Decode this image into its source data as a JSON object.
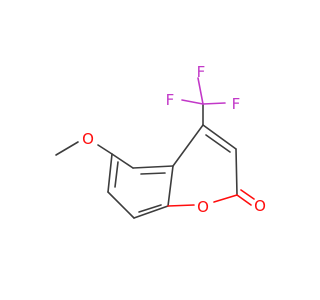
{
  "molecule": {
    "atoms": {
      "F_top": "F",
      "F_left": "F",
      "F_right": "F",
      "O_methoxy": "O",
      "O_ring": "O",
      "O_carbonyl": "O"
    },
    "colors": {
      "carbon_bond": "#3d3d3d",
      "oxygen": "#ff0d0d",
      "fluorine": "#c238c8",
      "background": "#ffffff"
    }
  }
}
